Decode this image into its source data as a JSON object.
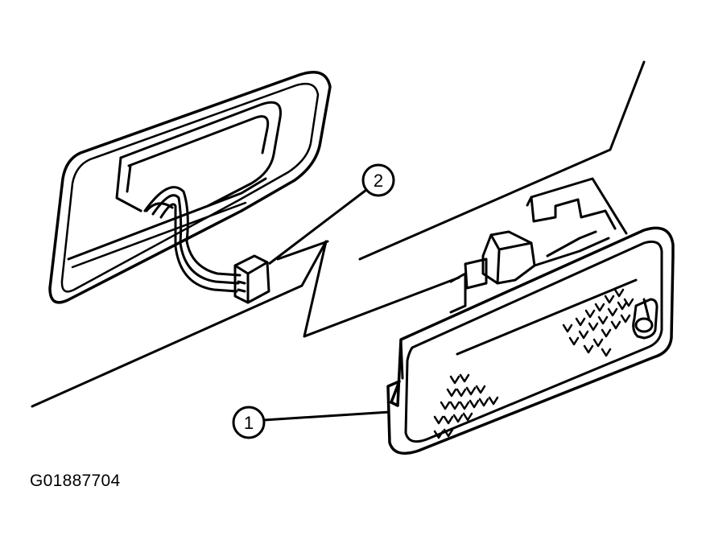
{
  "figure": {
    "id_label": "G01887704",
    "callouts": [
      {
        "number": "1",
        "part": "dome-lamp-assembly"
      },
      {
        "number": "2",
        "part": "wiring-connector"
      }
    ]
  }
}
